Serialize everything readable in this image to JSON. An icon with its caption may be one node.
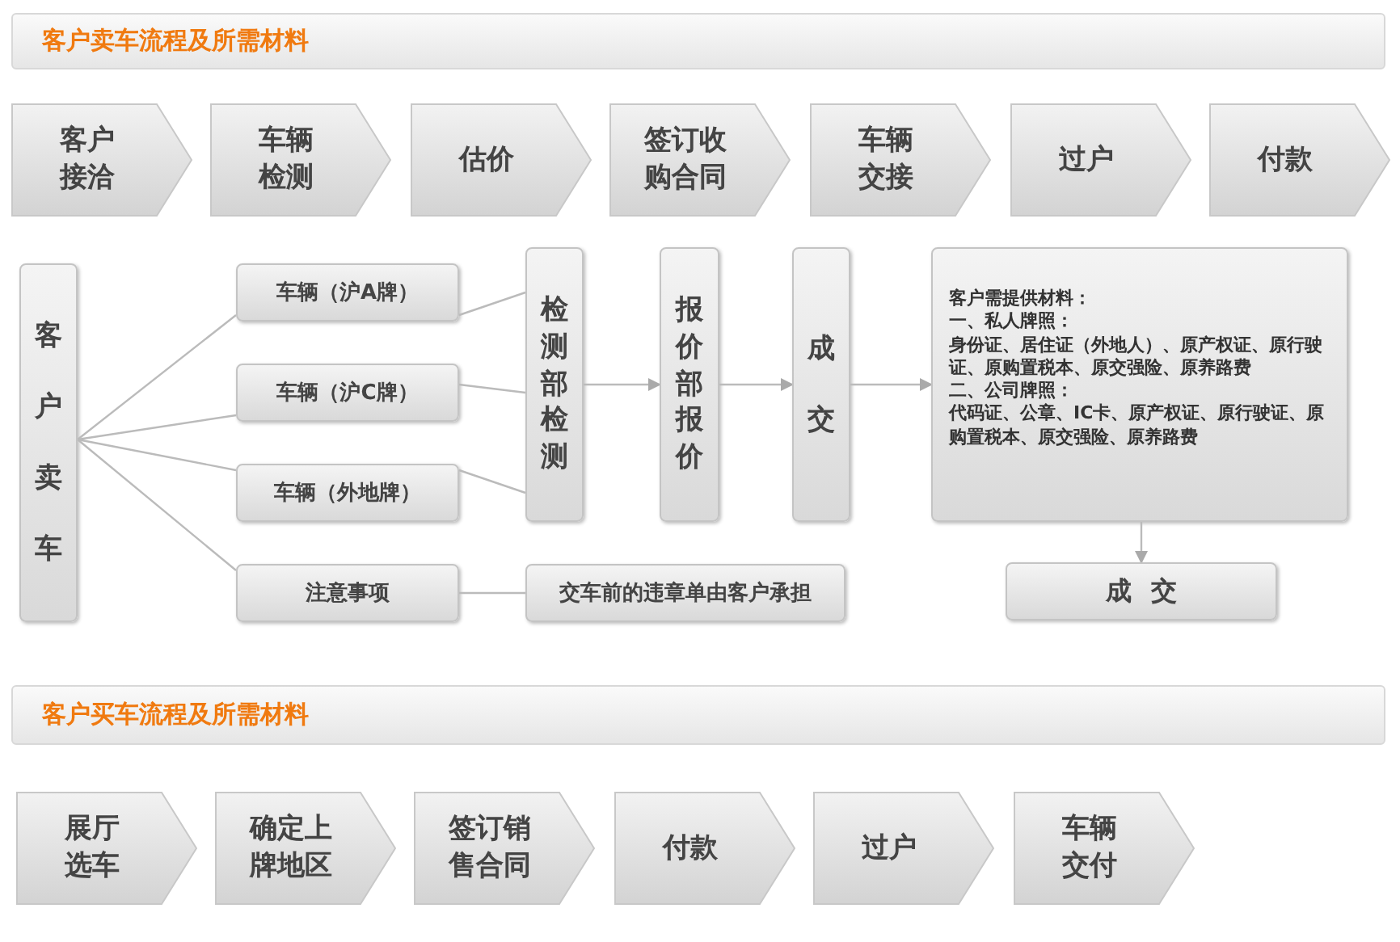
{
  "diagram": {
    "nodes": [
      {
        "text": [
          "客户卖车流程及所需材料"
        ]
      },
      {
        "text": [
          "客户接洽"
        ]
      },
      {
        "text": [
          "车辆检测"
        ]
      },
      {
        "text": [
          "估价"
        ]
      },
      {
        "text": [
          "签订收购合同"
        ]
      },
      {
        "text": [
          "车辆交接"
        ]
      },
      {
        "text": [
          "过户"
        ]
      },
      {
        "text": [
          "付款"
        ]
      },
      {
        "text": [
          "客户卖车"
        ]
      },
      {
        "text": [
          "车辆（沪A牌）"
        ]
      },
      {
        "text": [
          "车辆（沪C牌）"
        ]
      },
      {
        "text": [
          "车辆（外地牌）"
        ]
      },
      {
        "text": [
          "注意事项"
        ]
      },
      {
        "text": [
          "检测部检测"
        ]
      },
      {
        "text": [
          "报价部报价"
        ]
      },
      {
        "text": [
          "成交"
        ]
      },
      {
        "text": [
          "客户需提供材料：",
          "一、私人牌照：",
          "身份证、居住证（外地人）、原产权证、原行驶证、原购置税本、原交强险、原养路费",
          "二、公司牌照：",
          "代码证、公章、IC卡、原产权证、原行驶证、原购置税本、原交强险、原养路费"
        ]
      },
      {
        "text": [
          "交车前的违章单由客户承担"
        ]
      },
      {
        "text": [
          "成交"
        ]
      },
      {
        "text": [
          "客户买车流程及所需材料"
        ]
      },
      {
        "text": [
          "展厅选车"
        ]
      },
      {
        "text": [
          "确定上牌地区"
        ]
      },
      {
        "text": [
          "签订销售合同"
        ]
      },
      {
        "text": [
          "付款"
        ]
      },
      {
        "text": [
          "过户"
        ]
      },
      {
        "text": [
          "车辆交付"
        ]
      }
    ],
    "edges": [
      {
        "from": 8,
        "to": 9,
        "arrow": "none"
      },
      {
        "from": 8,
        "to": 10,
        "arrow": "none"
      },
      {
        "from": 8,
        "to": 11,
        "arrow": "none"
      },
      {
        "from": 8,
        "to": 12,
        "arrow": "none"
      },
      {
        "from": 9,
        "to": 13,
        "arrow": "none"
      },
      {
        "from": 10,
        "to": 13,
        "arrow": "none"
      },
      {
        "from": 11,
        "to": 13,
        "arrow": "none"
      },
      {
        "from": 13,
        "to": 14,
        "arrow": "to"
      },
      {
        "from": 14,
        "to": 15,
        "arrow": "to"
      },
      {
        "from": 15,
        "to": 16,
        "arrow": "to"
      },
      {
        "from": 16,
        "to": 18,
        "arrow": "to"
      },
      {
        "from": 12,
        "to": 17,
        "arrow": "none"
      }
    ]
  }
}
